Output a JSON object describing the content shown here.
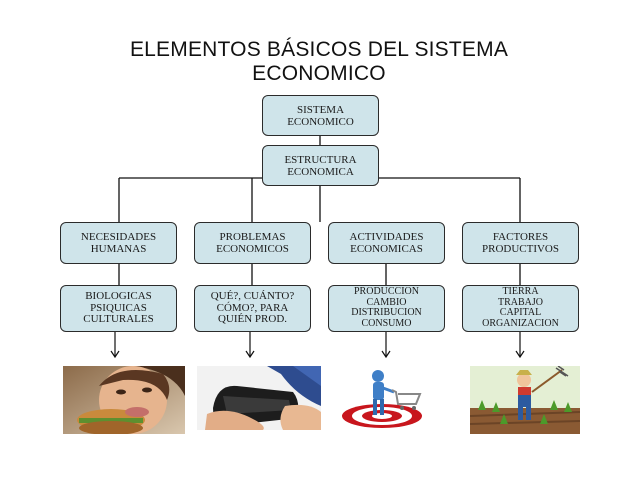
{
  "title": [
    "ELEMENTOS BÁSICOS DEL SISTEMA",
    "ECONOMICO"
  ],
  "top_box": [
    "SISTEMA",
    "ECONOMICO"
  ],
  "structure_box": [
    "ESTRUCTURA",
    "ECONOMICA"
  ],
  "categories": [
    {
      "label": [
        "NECESIDADES",
        "HUMANAS"
      ],
      "detail": [
        "BIOLOGICAS",
        "PSIQUICAS",
        "CULTURALES"
      ],
      "image": "person-eating-burger"
    },
    {
      "label": [
        "PROBLEMAS",
        "ECONOMICOS"
      ],
      "detail": [
        "QUÉ?, CUÁNTO?",
        "CÓMO?, PARA",
        "QUIÉN PROD."
      ],
      "image": "empty-wallet"
    },
    {
      "label": [
        "ACTIVIDADES",
        "ECONOMICAS"
      ],
      "detail": [
        "PRODUCCION",
        "CAMBIO",
        "DISTRIBUCION",
        "CONSUMO"
      ],
      "image": "figure-on-target-with-cart"
    },
    {
      "label": [
        "FACTORES",
        "PRODUCTIVOS"
      ],
      "detail": [
        "TIERRA",
        "TRABAJO",
        "CAPITAL",
        "ORGANIZACION"
      ],
      "image": "farmer-with-rake"
    }
  ],
  "colors": {
    "box_fill": "#cfe4ea",
    "box_border": "#2b2b2b",
    "line": "#111111"
  }
}
